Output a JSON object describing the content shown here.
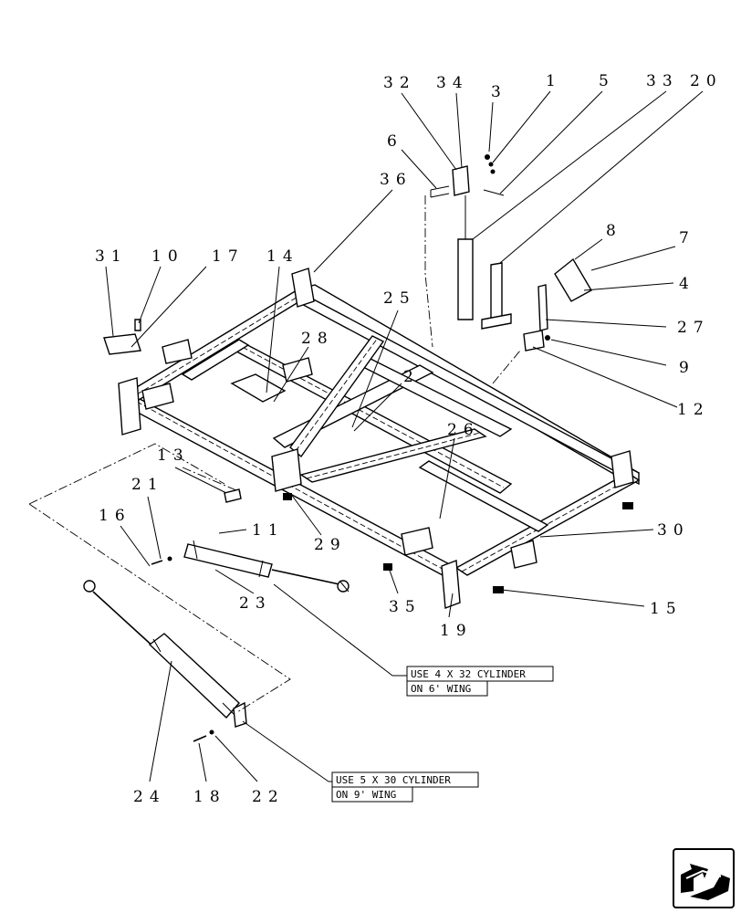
{
  "diagram": {
    "callouts": [
      {
        "id": "c32",
        "text": "32"
      },
      {
        "id": "c34",
        "text": "34"
      },
      {
        "id": "c3",
        "text": "3"
      },
      {
        "id": "c1",
        "text": "1"
      },
      {
        "id": "c5",
        "text": "5"
      },
      {
        "id": "c33",
        "text": "33"
      },
      {
        "id": "c20",
        "text": "20"
      },
      {
        "id": "c6",
        "text": "6"
      },
      {
        "id": "c36",
        "text": "36"
      },
      {
        "id": "c8",
        "text": "8"
      },
      {
        "id": "c7",
        "text": "7"
      },
      {
        "id": "c4",
        "text": "4"
      },
      {
        "id": "c27",
        "text": "27"
      },
      {
        "id": "c9",
        "text": "9"
      },
      {
        "id": "c12",
        "text": "12"
      },
      {
        "id": "c31",
        "text": "31"
      },
      {
        "id": "c10",
        "text": "10"
      },
      {
        "id": "c17",
        "text": "17"
      },
      {
        "id": "c14",
        "text": "14"
      },
      {
        "id": "c25",
        "text": "25"
      },
      {
        "id": "c28",
        "text": "28"
      },
      {
        "id": "c2",
        "text": "2"
      },
      {
        "id": "c26",
        "text": "26"
      },
      {
        "id": "c13",
        "text": "13"
      },
      {
        "id": "c21",
        "text": "21"
      },
      {
        "id": "c16",
        "text": "16"
      },
      {
        "id": "c11",
        "text": "11"
      },
      {
        "id": "c29",
        "text": "29"
      },
      {
        "id": "c30",
        "text": "30"
      },
      {
        "id": "c23",
        "text": "23"
      },
      {
        "id": "c35",
        "text": "35"
      },
      {
        "id": "c19",
        "text": "19"
      },
      {
        "id": "c15",
        "text": "15"
      },
      {
        "id": "c24",
        "text": "24"
      },
      {
        "id": "c18",
        "text": "18"
      },
      {
        "id": "c22",
        "text": "22"
      }
    ],
    "notes": [
      {
        "id": "note_4x32",
        "line1": "USE 4 X 32 CYLINDER",
        "line2": "ON 6' WING"
      },
      {
        "id": "note_5x30",
        "line1": "USE 5 X 30 CYLINDER",
        "line2": "ON 9' WING"
      }
    ],
    "nav_icon": "previous-page-arrow-icon"
  }
}
